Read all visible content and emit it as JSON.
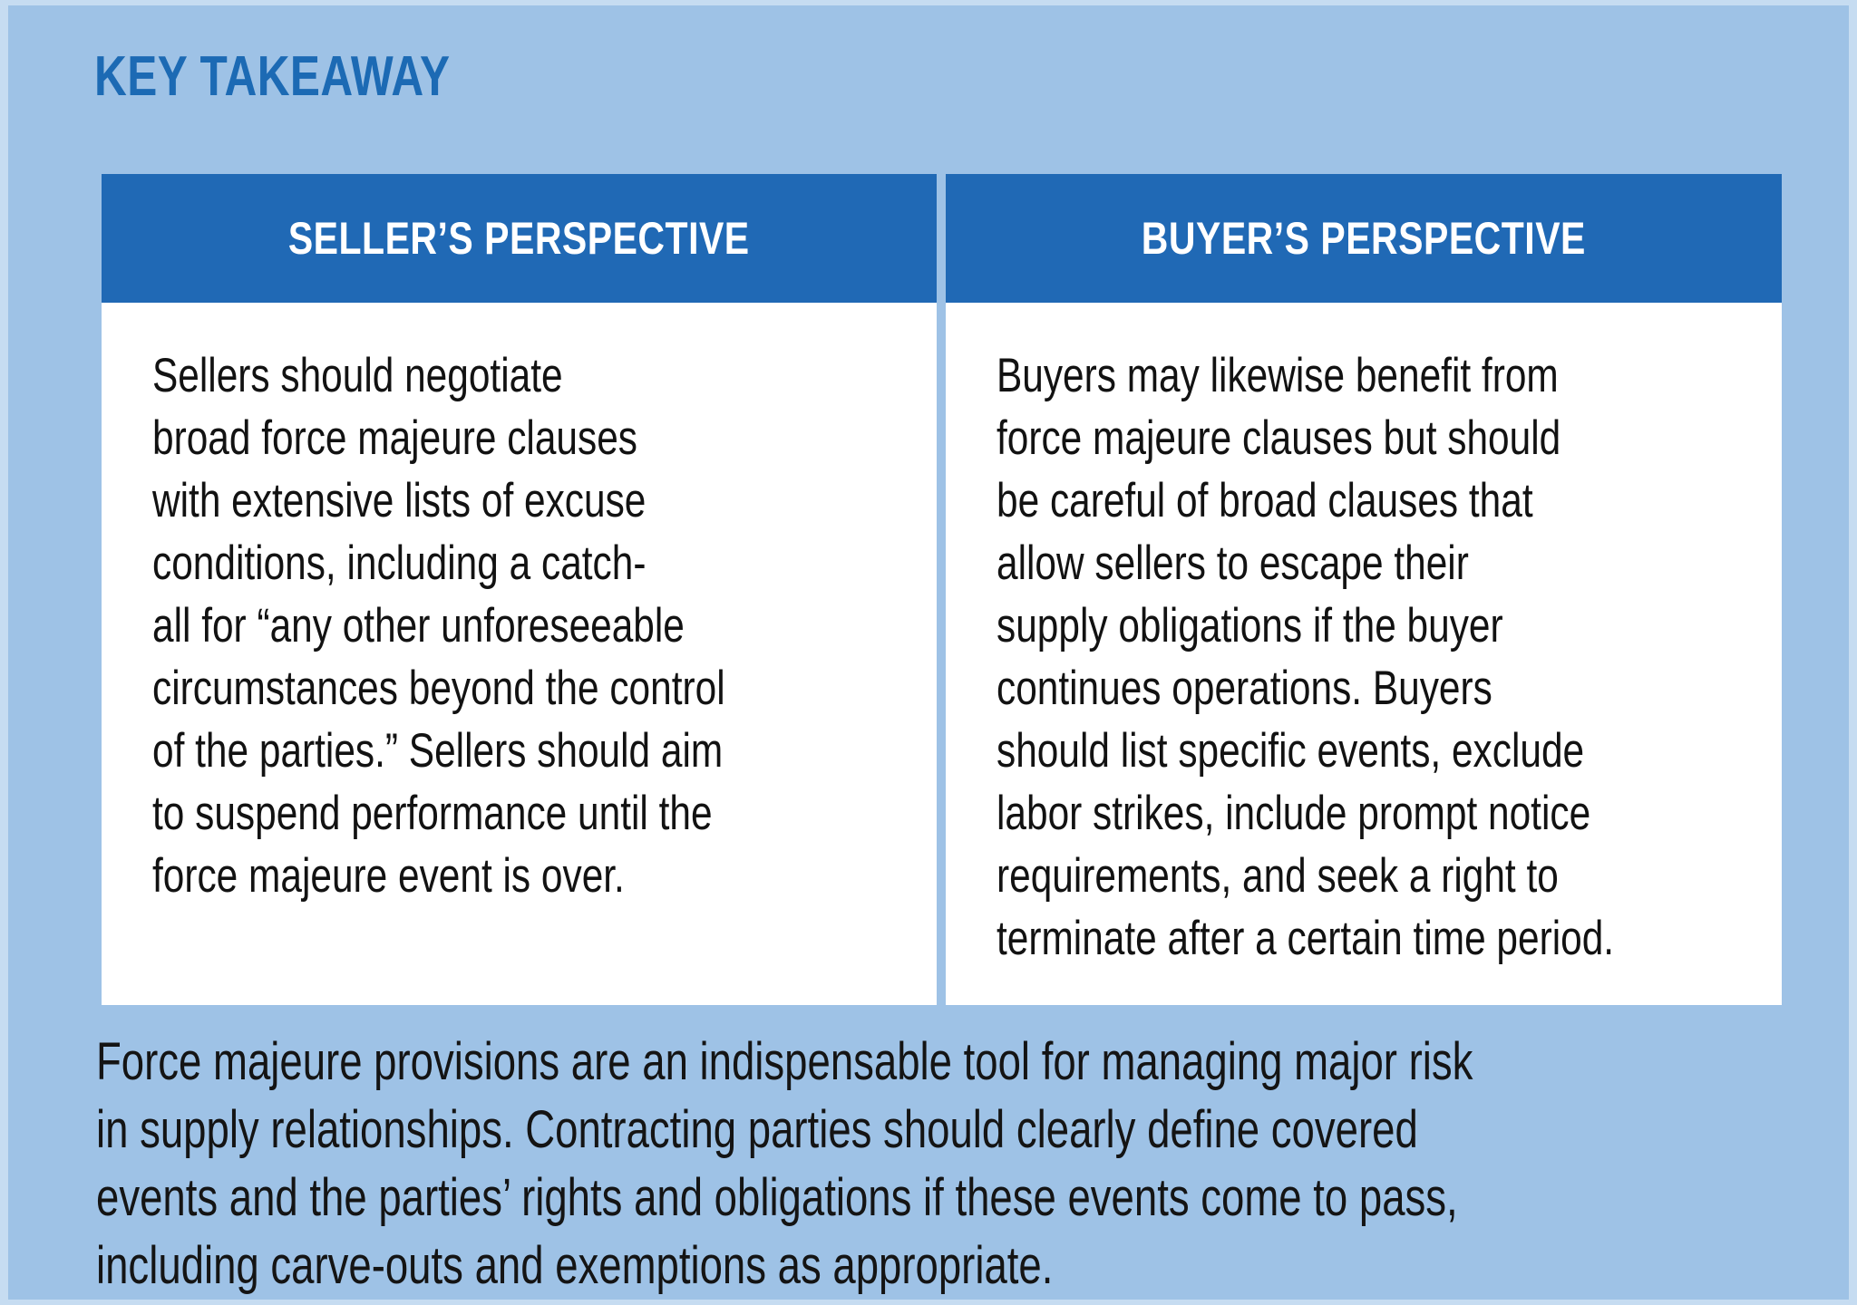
{
  "colors": {
    "background": "#9EC2E6",
    "background_rim": "#C6DCF1",
    "header_blue": "#2069B5",
    "title_blue": "#1C6AB4",
    "panel_white": "#FFFFFF",
    "body_text": "#121212"
  },
  "title": "KEY TAKEAWAY",
  "table": {
    "columns": [
      {
        "header": "SELLER’S PERSPECTIVE",
        "body": "Sellers should negotiate\nbroad force majeure clauses\nwith extensive lists of excuse\nconditions, including a catch-\nall for “any other unforeseeable\ncircumstances beyond the control\nof the parties.” Sellers should aim\nto suspend performance until the\nforce majeure event is over."
      },
      {
        "header": "BUYER’S PERSPECTIVE",
        "body": "Buyers may likewise benefit from\nforce majeure clauses but should\nbe careful of broad clauses that\nallow sellers to escape their\nsupply obligations if the buyer\ncontinues operations. Buyers\nshould list specific events, exclude\nlabor strikes, include prompt notice\nrequirements, and seek a right to\nterminate after a certain time period."
      }
    ]
  },
  "summary": "Force majeure provisions are an indispensable tool for managing major risk\nin supply relationships. Contracting parties should clearly define covered\nevents and the parties’ rights and obligations if these events come to pass,\nincluding carve-outs and exemptions as appropriate."
}
